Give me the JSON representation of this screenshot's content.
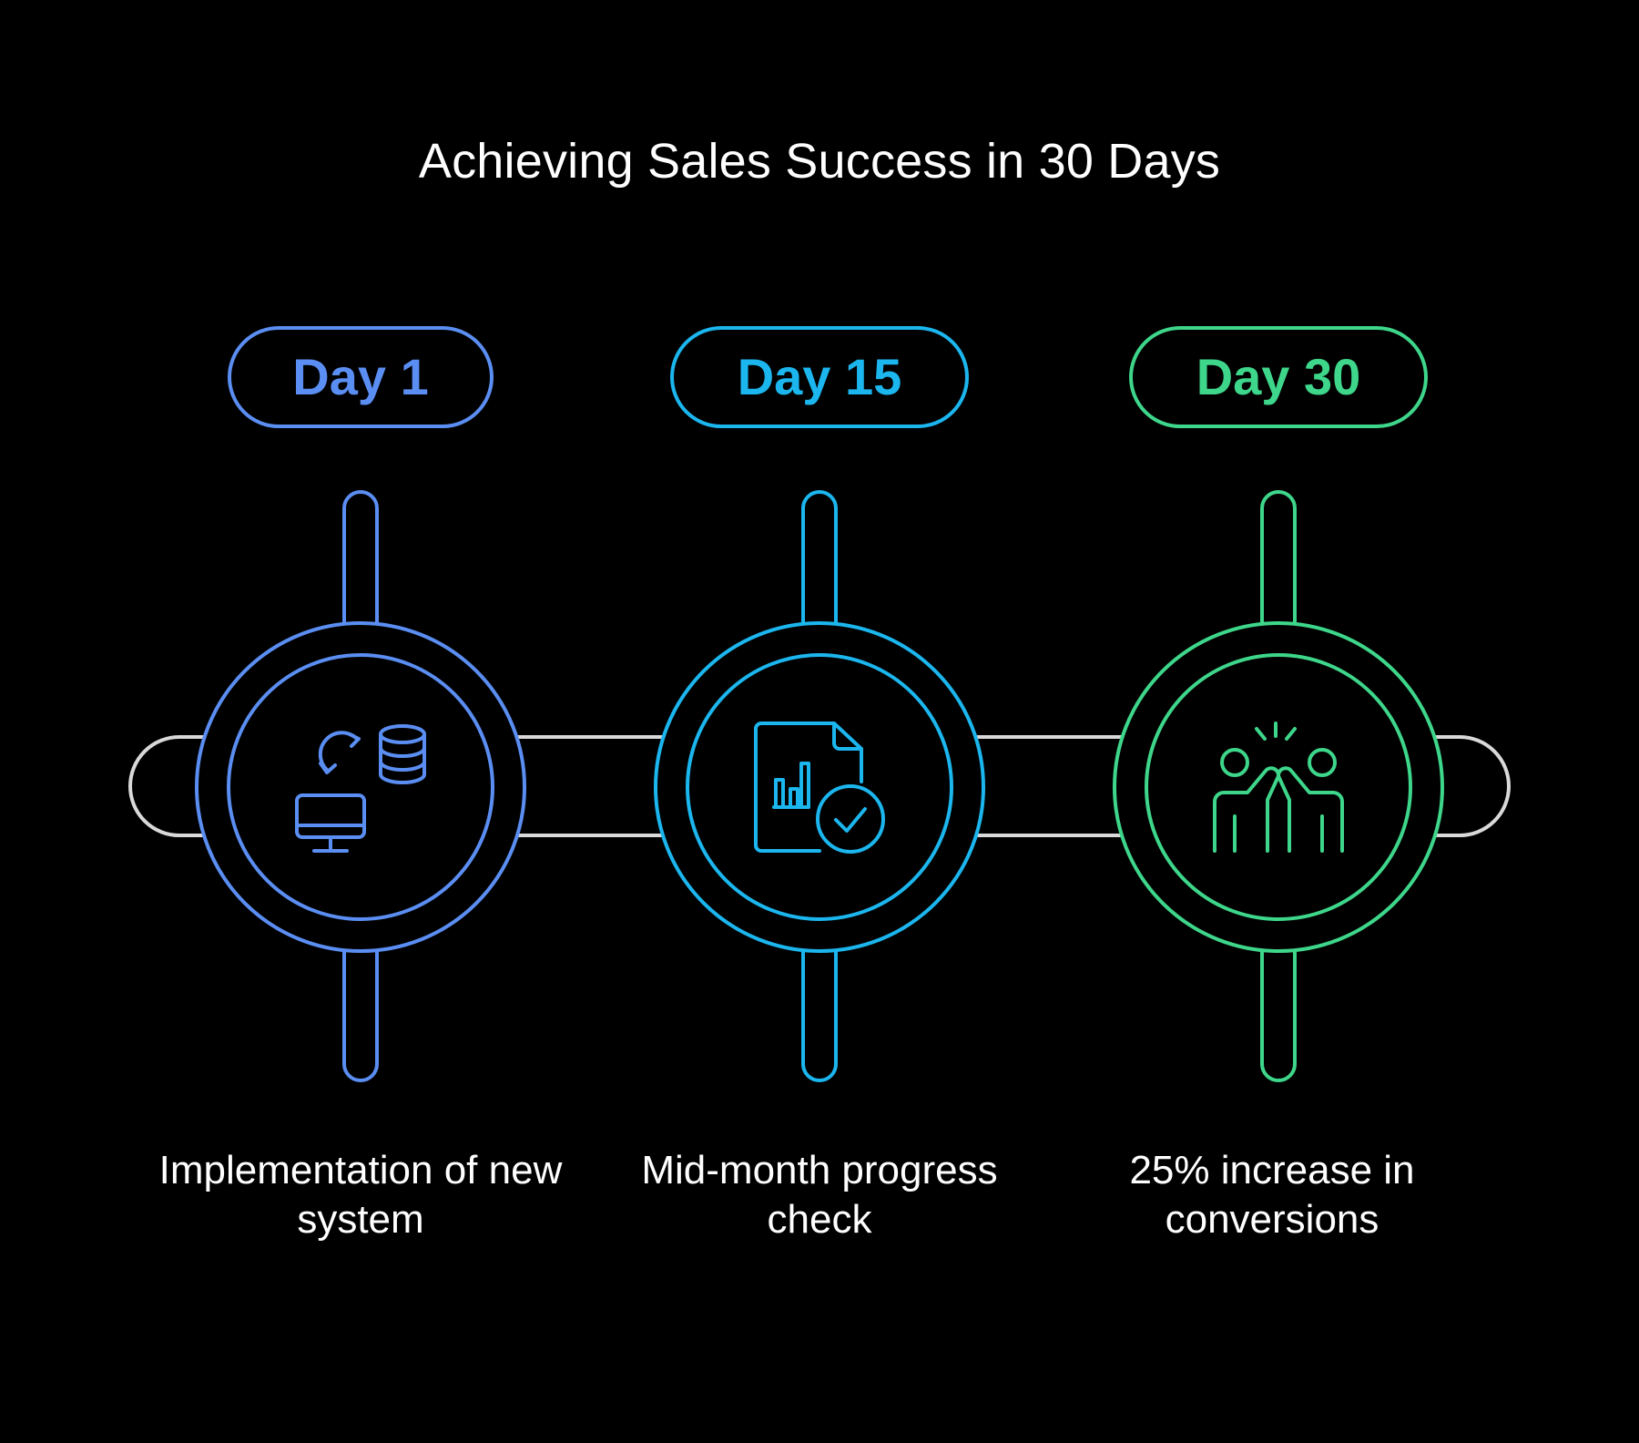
{
  "title": "Achieving Sales Success in 30 Days",
  "colors": {
    "track": "#d9d9d9",
    "background": "#000000",
    "text": "#ffffff"
  },
  "milestones": [
    {
      "label": "Day 1",
      "description": "Implementation of new system",
      "color": "#5b8ef2",
      "icon": "database-sync-monitor-icon"
    },
    {
      "label": "Day 15",
      "description": "Mid-month progress check",
      "color": "#1cb6ee",
      "icon": "report-check-icon"
    },
    {
      "label": "Day 30",
      "description": "25% increase in conversions",
      "color": "#3ed68a",
      "icon": "high-five-icon"
    }
  ]
}
